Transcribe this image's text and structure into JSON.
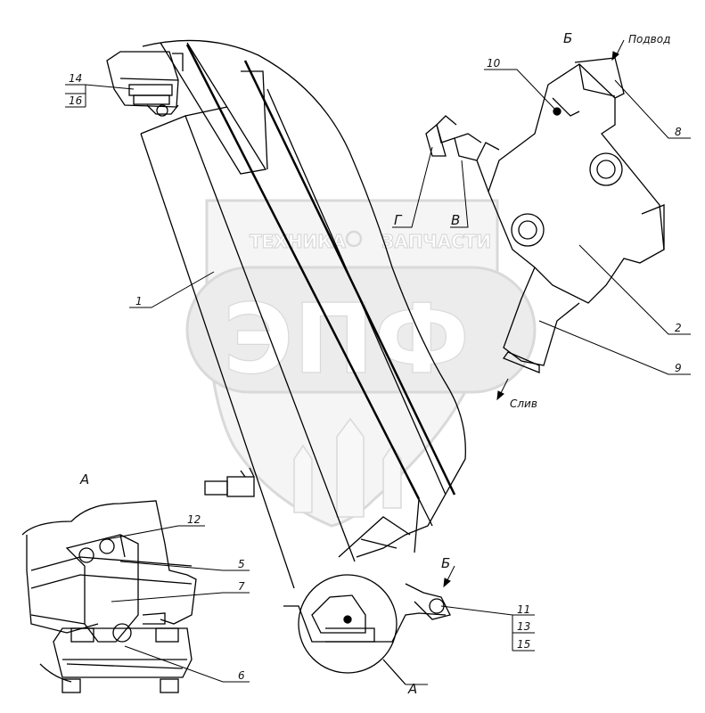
{
  "labels": {
    "p1": "1",
    "p2": "2",
    "p5": "5",
    "p6": "6",
    "p7": "7",
    "p8": "8",
    "p9": "9",
    "p10": "10",
    "p11": "11",
    "p12": "12",
    "p13": "13",
    "p14": "14",
    "p15": "15",
    "p16": "16",
    "view_a_title": "А",
    "view_a_callout": "А",
    "view_b_title": "Б",
    "view_b_arrow": "Б",
    "port_g": "Г",
    "port_v": "В",
    "supply": "Подвод",
    "drain": "Слив"
  },
  "watermark": {
    "line1": "ТЕХНИКА",
    "line2": "ЗАПЧАСТИ",
    "logo": "ЭПФ"
  }
}
